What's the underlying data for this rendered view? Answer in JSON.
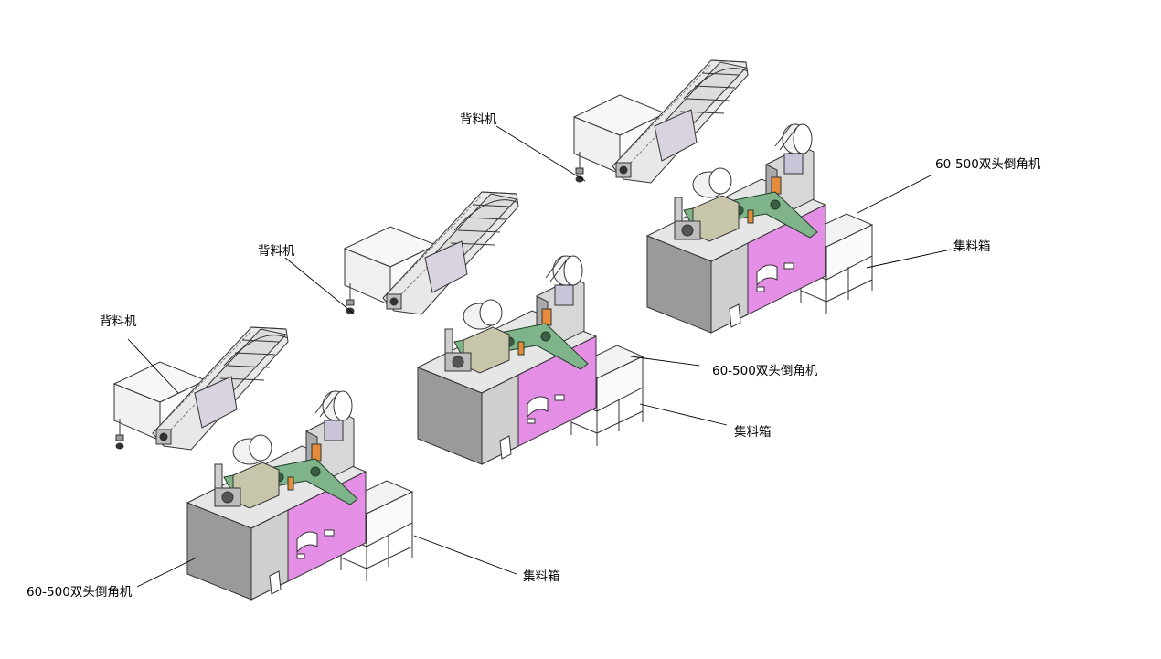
{
  "labels": {
    "feeder_1": "背料机",
    "feeder_2": "背料机",
    "feeder_3": "背料机",
    "machine_1": "60-500双头倒角机",
    "machine_2": "60-500双头倒角机",
    "machine_3": "60-500双头倒角机",
    "bin_1": "集料箱",
    "bin_2": "集料箱",
    "bin_3": "集料箱"
  },
  "colors": {
    "background": "#ffffff",
    "base_light": "#e6e6e6",
    "base_side": "#a3a3a3",
    "base_dark": "#8f8f8f",
    "magenta_panel": "#e48ee6",
    "green_conveyor": "#7fb38a",
    "hopper": "#f4f4f4",
    "cover": "#d9d3df",
    "roll": "#f2f2f2",
    "gearbox": "#c7c5aa",
    "line": "#333333"
  }
}
